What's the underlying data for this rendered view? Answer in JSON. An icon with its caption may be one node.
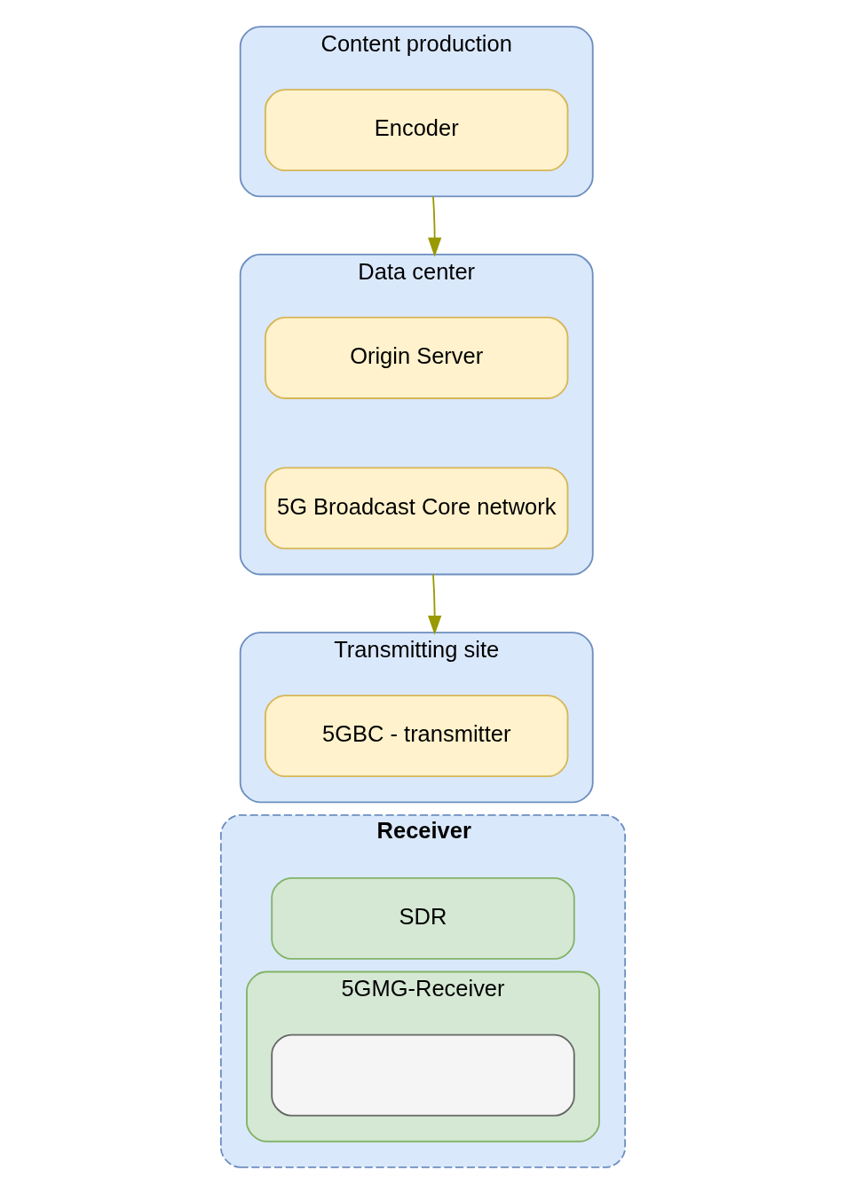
{
  "diagram": {
    "nodes": [
      {
        "text": [
          "Content production"
        ]
      },
      {
        "text": [
          "Encoder"
        ],
        "in": 0
      },
      {
        "text": [
          "Data center"
        ]
      },
      {
        "text": [
          "Origin Server"
        ],
        "in": 2
      },
      {
        "text": [
          "5G Broadcast Core network"
        ],
        "in": 2
      },
      {
        "text": [
          "Transmitting site"
        ]
      },
      {
        "text": [
          "5GBC - transmitter"
        ],
        "in": 5
      },
      {
        "text": [
          "Receiver"
        ]
      },
      {
        "text": [
          "SDR"
        ],
        "in": 7
      },
      {
        "text": [
          "5GMG-Receiver"
        ],
        "in": 7
      },
      {
        "text": [],
        "shape": "box",
        "in": 9
      }
    ],
    "edges": [
      {
        "from": 0,
        "to": 2,
        "arrow": "to"
      },
      {
        "from": 2,
        "to": 5,
        "arrow": "to"
      }
    ]
  }
}
